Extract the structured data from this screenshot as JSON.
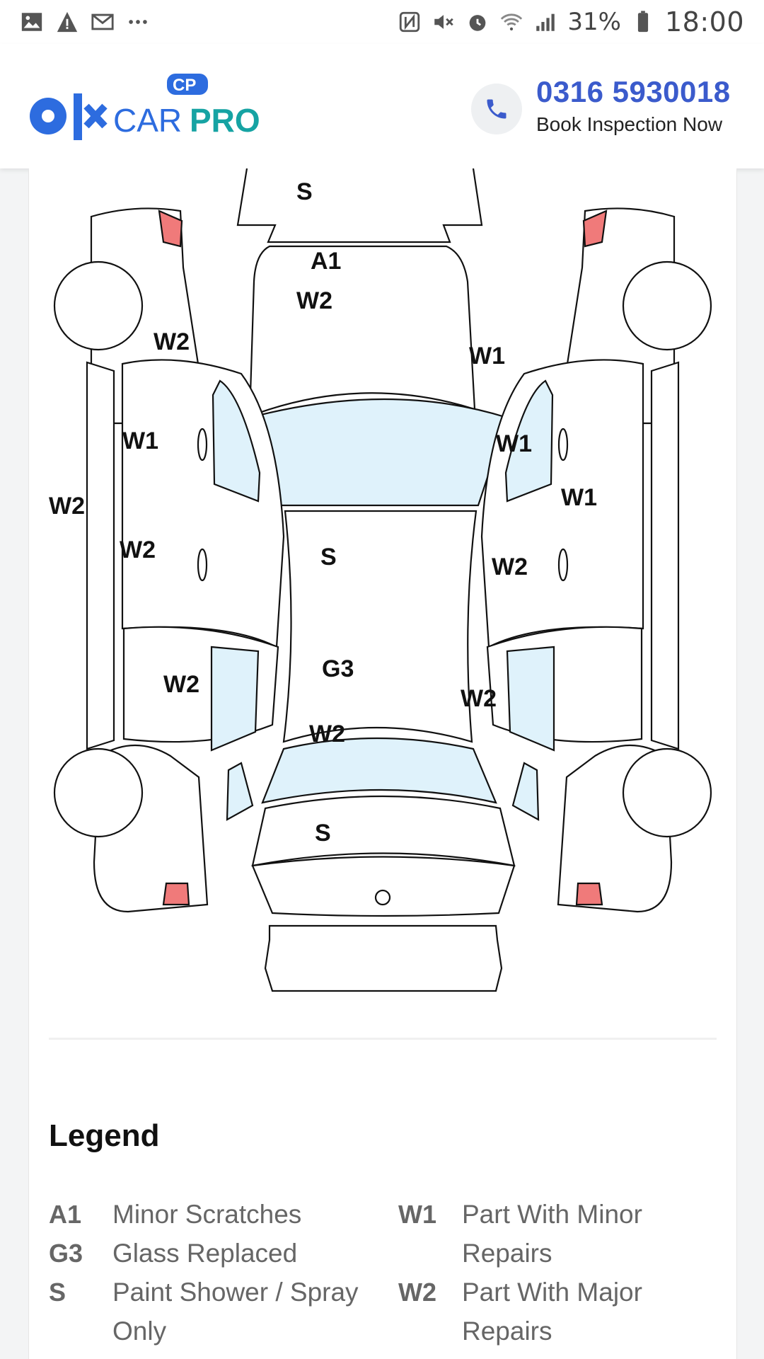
{
  "statusbar": {
    "battery": "31%",
    "time": "18:00",
    "icons": [
      "gallery-icon",
      "warning-icon",
      "gmail-icon",
      "more-icon",
      "nfc-icon",
      "mute-icon",
      "alarm-icon",
      "wifi-icon",
      "signal-icon",
      "battery-icon"
    ]
  },
  "header": {
    "brand": {
      "part1": "CAR",
      "part2": "PRO",
      "badge": "CP"
    },
    "phone": "0316 5930018",
    "cta": "Book Inspection Now",
    "accent": "#3b5bcc",
    "brand_blue": "#2d6cdf",
    "brand_teal": "#16a3a3"
  },
  "diagram": {
    "labels": {
      "roof_front": "S",
      "hood_a1": "A1",
      "hood_w2": "W2",
      "left_front_fender": "W2",
      "left_front_door": "W1",
      "left_rocker": "W2",
      "left_rear_door": "W2",
      "left_rear_fender": "W2",
      "roof_center": "S",
      "rear_glass": "G3",
      "trunk": "W2",
      "rear_bumper": "S",
      "right_front_fender": "W1",
      "right_front_door": "W1",
      "right_rocker": "W1",
      "right_rear_door": "W2",
      "right_rear_fender": "W2"
    },
    "highlight_color": "#f07a7a",
    "glass_color": "#dff2fb"
  },
  "legend": {
    "title": "Legend",
    "left": [
      {
        "code": "A1",
        "desc": "Minor Scratches"
      },
      {
        "code": "G3",
        "desc": "Glass Replaced"
      },
      {
        "code": "S",
        "desc": "Paint Shower / Spray Only"
      }
    ],
    "right": [
      {
        "code": "W1",
        "desc": "Part With Minor Repairs"
      },
      {
        "code": "W2",
        "desc": "Part With Major Repairs"
      }
    ]
  }
}
